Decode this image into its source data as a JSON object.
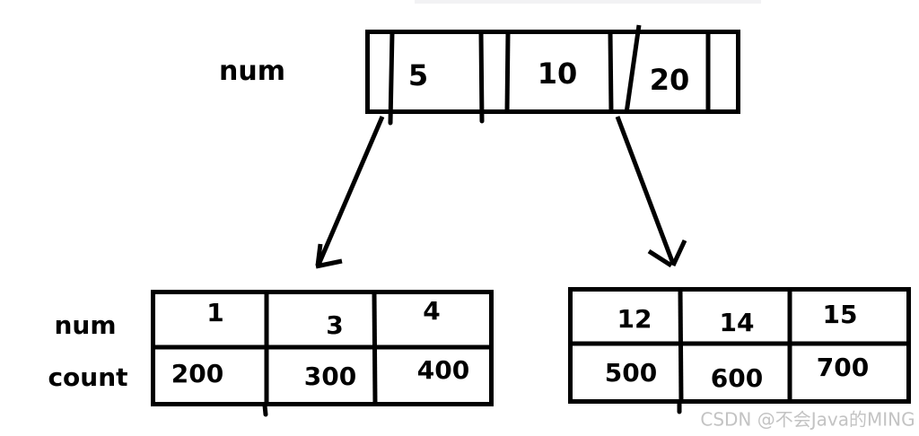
{
  "root_node": {
    "label": "num",
    "keys": [
      "5",
      "10",
      "20"
    ]
  },
  "left_leaf": {
    "row_labels": {
      "num": "num",
      "count": "count"
    },
    "num_values": [
      "1",
      "3",
      "4"
    ],
    "count_values": [
      "200",
      "300",
      "400"
    ]
  },
  "right_leaf": {
    "num_values": [
      "12",
      "14",
      "15"
    ],
    "count_values": [
      "500",
      "600",
      "700"
    ]
  },
  "watermark": "CSDN @不会Java的MING",
  "colors": {
    "ink": "#000000",
    "watermark_text": "#c3c3c3",
    "page_bg": "#ffffff"
  }
}
